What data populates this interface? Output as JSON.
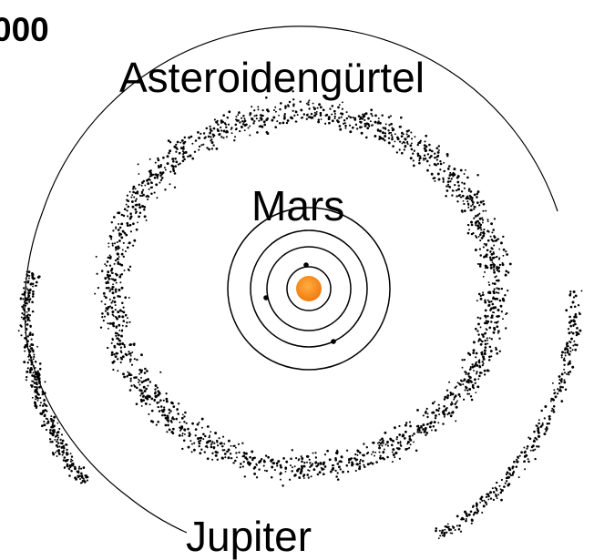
{
  "labels": {
    "year": "000",
    "asteroid_belt": "Asteroidengürtel",
    "mars": "Mars",
    "jupiter": "Jupiter"
  },
  "colors": {
    "sun": "#f07a10",
    "sun_highlight": "#ffae40",
    "line": "#000000",
    "asteroid": "#000000",
    "background": "#ffffff"
  },
  "bodies": {
    "sun": "sun",
    "inner_planets": [
      "Mercury",
      "Venus",
      "Earth",
      "Mars"
    ]
  }
}
